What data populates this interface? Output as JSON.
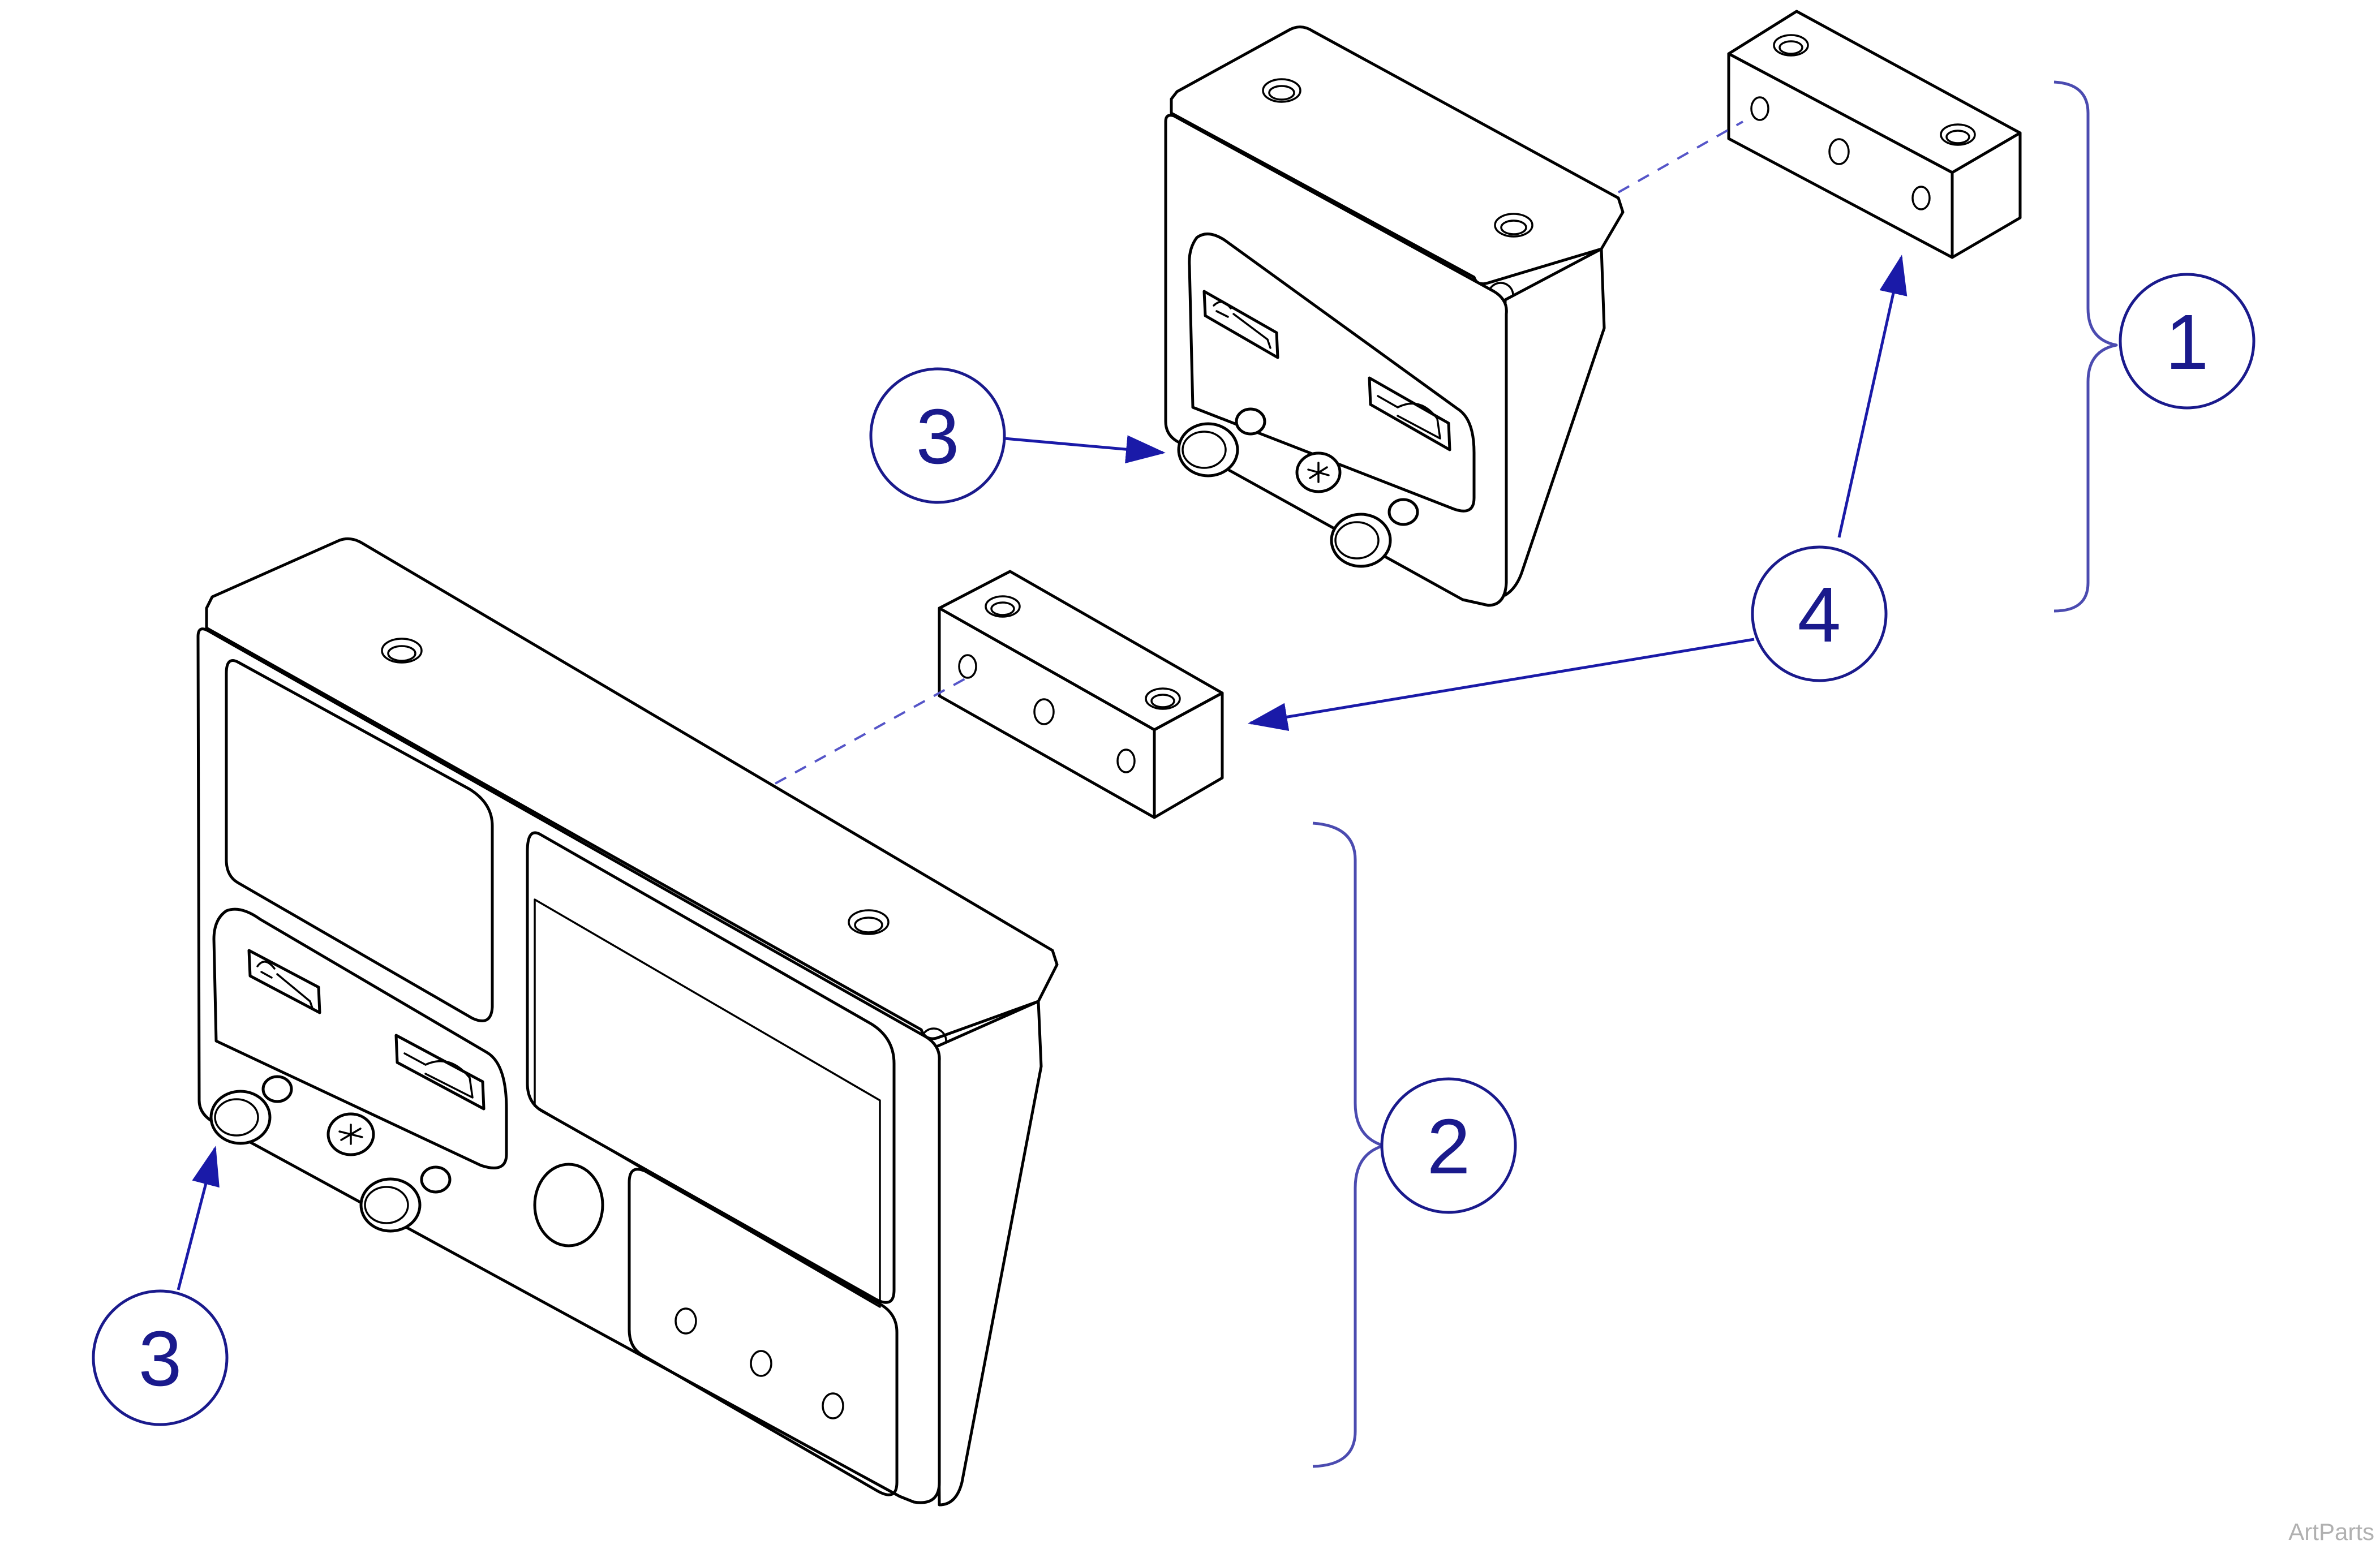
{
  "diagram": {
    "callouts": {
      "item_1": "1",
      "item_2": "2",
      "item_3_upper": "3",
      "item_3_lower": "3",
      "item_4": "4"
    },
    "watermark": "ArtParts"
  }
}
